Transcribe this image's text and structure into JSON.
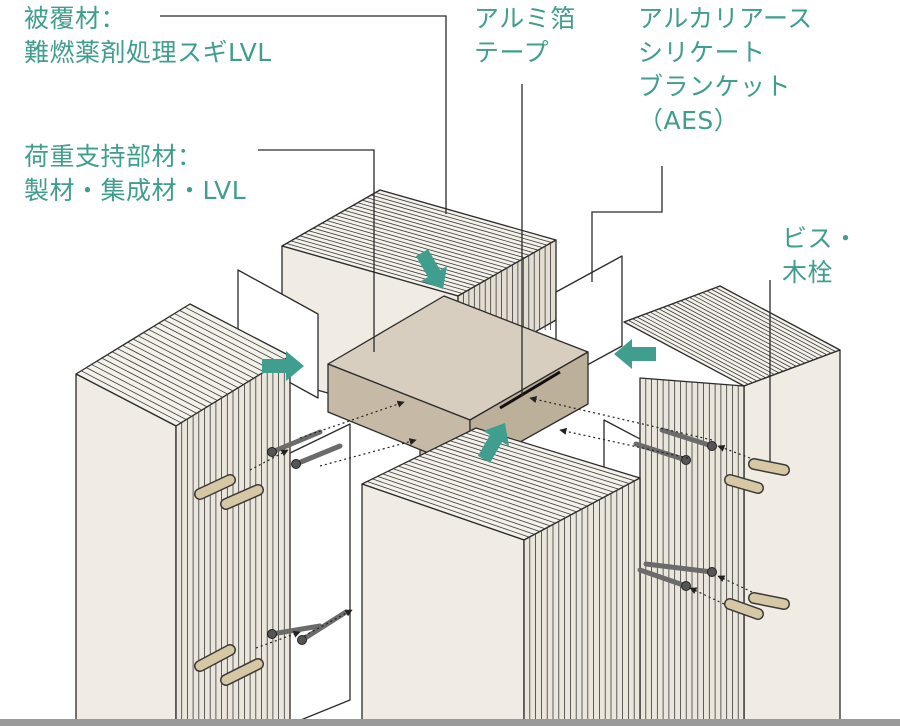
{
  "labels": {
    "cover": {
      "line1": "被覆材：",
      "line2": "難燃薬剤処理スギLVL"
    },
    "load_member": {
      "line1": "荷重支持部材：",
      "line2": "製材・集成材・LVL"
    },
    "foil_tape": {
      "line1": "アルミ箔",
      "line2": "テープ"
    },
    "aes": {
      "line1": "アルカリアース",
      "line2": "シリケート",
      "line3": "ブランケット",
      "line4": "（AES）"
    },
    "screws": {
      "line1": "ビス・",
      "line2": "木栓"
    }
  },
  "colors": {
    "label": "#3f9e8e",
    "leader": "#2b2b2b",
    "arrow": "#3f9e8e",
    "lvl_face": "#f0ece4",
    "core": "#d8cebf",
    "dowel": "#d6c7a5",
    "screw": "#6b6b6b",
    "baseline": "#9a9a9a"
  }
}
